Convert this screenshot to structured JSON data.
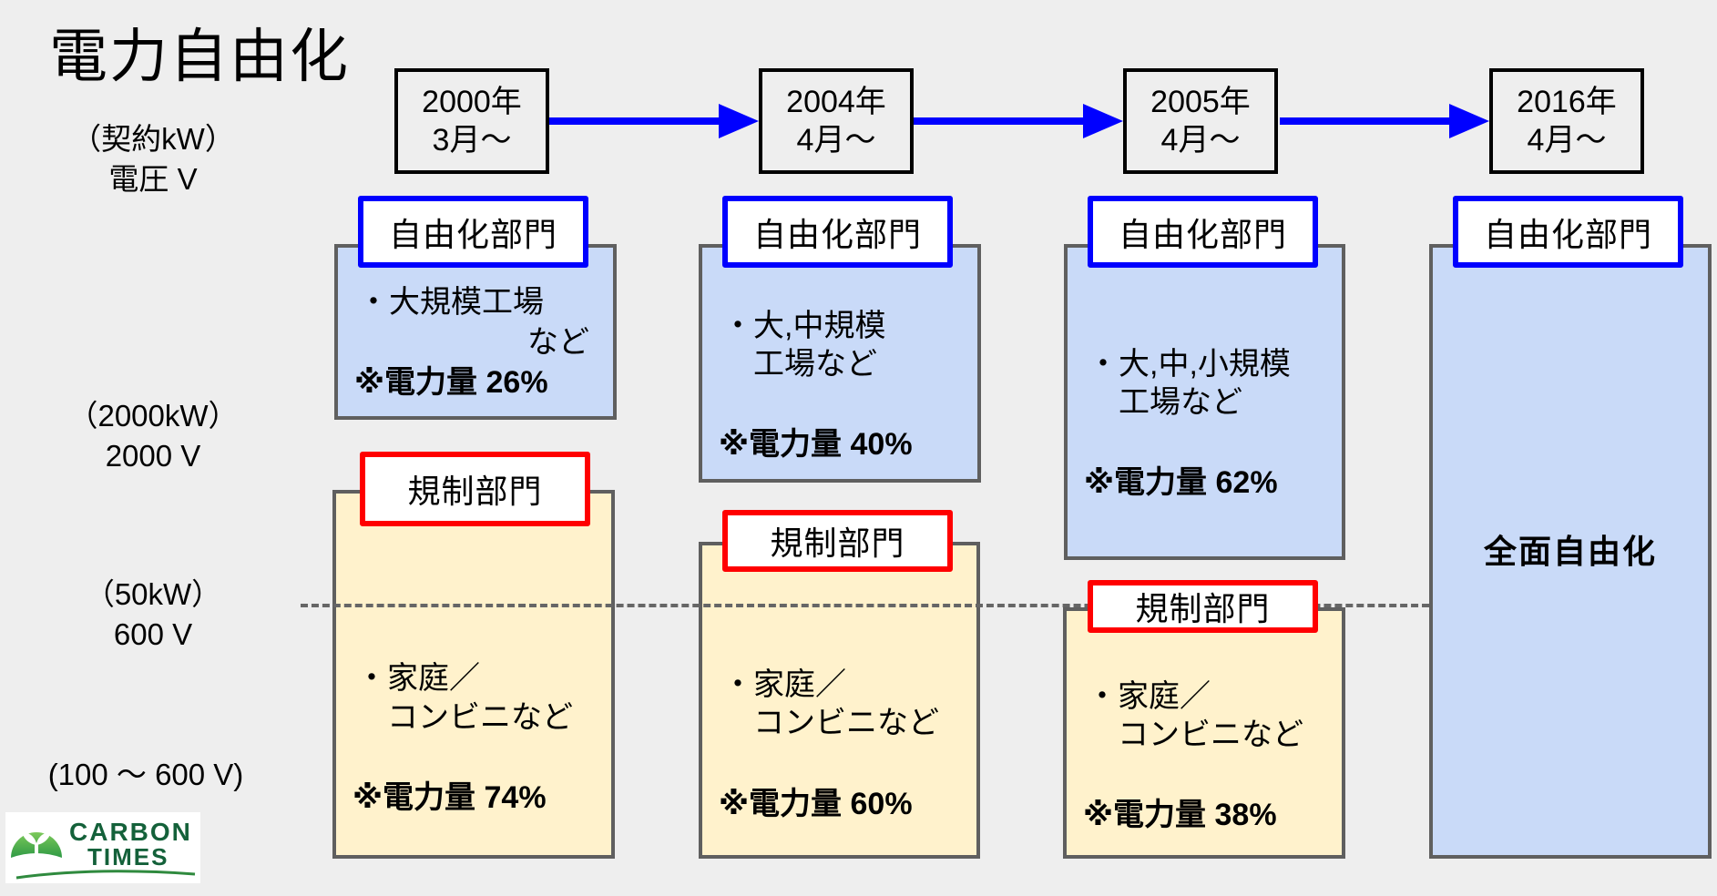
{
  "title": "電力自由化",
  "axis": {
    "header_line1": "（契約kW）",
    "header_line2": "電圧 V",
    "level_high_line1": "（2000kW）",
    "level_high_line2": "2000 V",
    "level_mid_line1": "（50kW）",
    "level_mid_line2": "600 V",
    "level_low": "(100 〜 600 V)"
  },
  "timeline": [
    {
      "year": "2000年",
      "month": "3月〜"
    },
    {
      "year": "2004年",
      "month": "4月〜"
    },
    {
      "year": "2005年",
      "month": "4月〜"
    },
    {
      "year": "2016年",
      "month": "4月〜"
    }
  ],
  "labels": {
    "liberalized": "自由化部門",
    "regulated": "規制部門"
  },
  "columns": [
    {
      "liberalized": {
        "line1": "・大規模工場",
        "line2": "など",
        "share": "※電力量 26%"
      },
      "regulated": {
        "line1": "・家庭／",
        "line2": "コンビニなど",
        "share": "※電力量 74%"
      }
    },
    {
      "liberalized": {
        "line1": "・大,中規模",
        "line2": "工場など",
        "share": "※電力量 40%"
      },
      "regulated": {
        "line1": "・家庭／",
        "line2": "コンビニなど",
        "share": "※電力量 60%"
      }
    },
    {
      "liberalized": {
        "line1": "・大,中,小規模",
        "line2": "工場など",
        "share": "※電力量 62%"
      },
      "regulated": {
        "line1": "・家庭／",
        "line2": "コンビニなど",
        "share": "※電力量 38%"
      }
    },
    {
      "liberalized": {
        "full": "全面自由化"
      }
    }
  ],
  "logo": {
    "line1": "CARBON",
    "line2": "TIMES"
  },
  "colors": {
    "liberalized_fill": "#c9daf8",
    "regulated_fill": "#fff2cc",
    "arrow": "#0000ff",
    "lib_border": "#0000ff",
    "reg_border": "#ff0000"
  }
}
